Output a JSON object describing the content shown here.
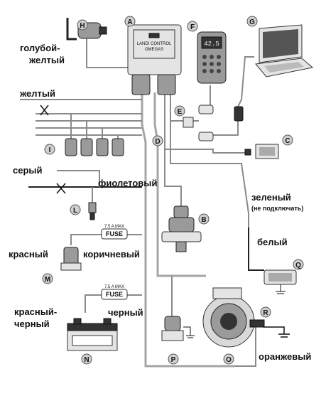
{
  "labels": {
    "blue_yellow_1": "голубой-",
    "blue_yellow_2": "желтый",
    "yellow": "желтый",
    "gray": "серый",
    "violet": "фиолетовый",
    "green": "зеленый",
    "not_connect": "(не подключать)",
    "white": "белый",
    "red": "красный",
    "brown": "коричневый",
    "red_black_1": "красный-",
    "red_black_2": "черный",
    "black": "черный",
    "orange": "оранжевый"
  },
  "fuse": {
    "rating": "7.5 A MAX",
    "text": "FUSE"
  },
  "badges": {
    "A": "A",
    "B": "B",
    "C": "C",
    "D": "D",
    "E": "E",
    "F": "F",
    "G": "G",
    "H": "H",
    "I": "I",
    "L": "L",
    "M": "M",
    "N": "N",
    "O": "O",
    "P": "P",
    "Q": "Q",
    "R": "R"
  },
  "display": {
    "value": "42.5"
  },
  "colors": {
    "wire_gray": "#8a8a8a",
    "wire_dark": "#222222",
    "badge_fill": "#cfcfcf"
  }
}
